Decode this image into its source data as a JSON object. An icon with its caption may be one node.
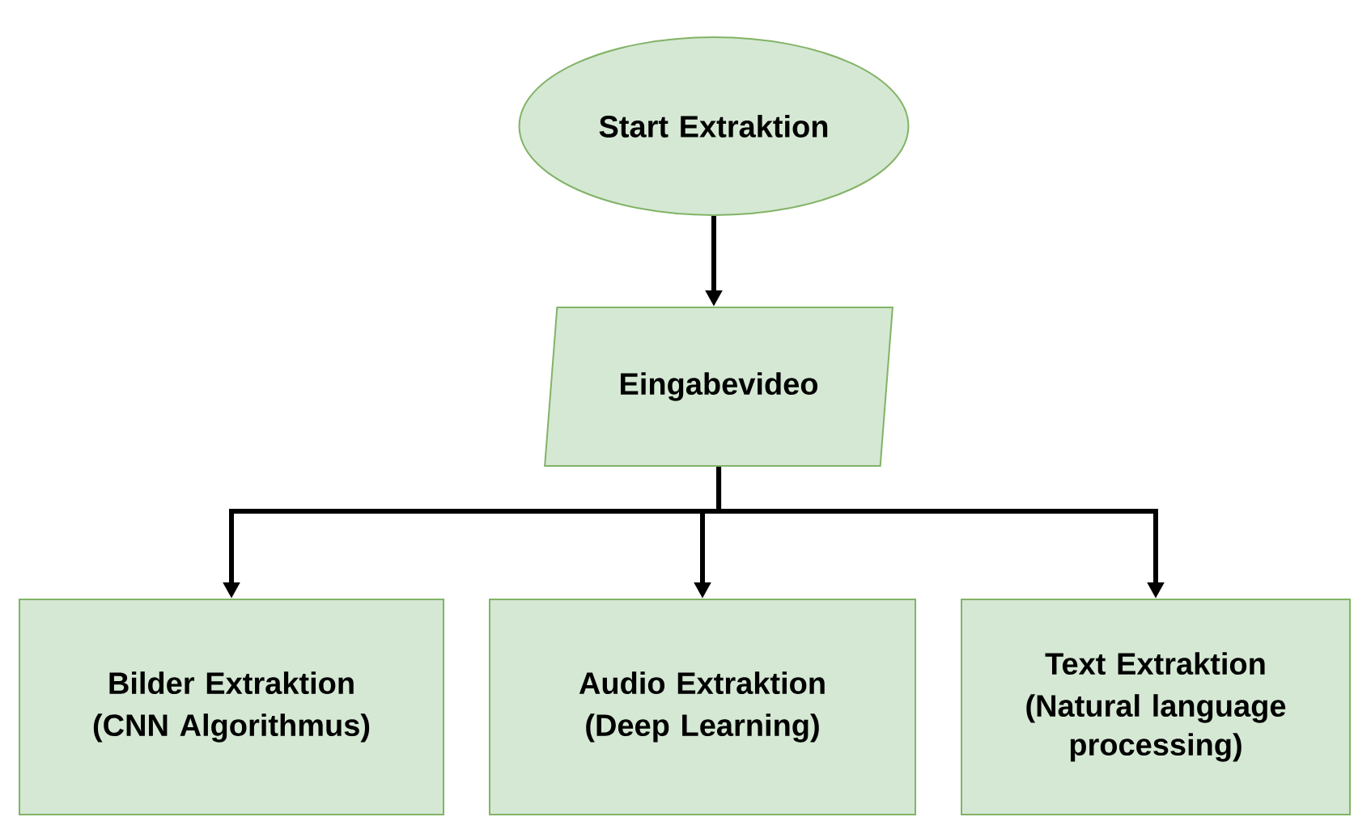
{
  "diagram": {
    "nodes": [
      {
        "text": [
          "Start Extraktion"
        ]
      },
      {
        "text": [
          "Eingabevideo"
        ]
      },
      {
        "text": [
          "Bilder Extraktion",
          "(CNN Algorithmus)"
        ]
      },
      {
        "text": [
          "Audio Extraktion",
          "(Deep Learning)"
        ]
      },
      {
        "text": [
          "Text Extraktion",
          "(Natural language processing)"
        ]
      }
    ],
    "edges": [
      {
        "from": 0,
        "to": 1,
        "arrow": "to"
      },
      {
        "from": 1,
        "to": 2,
        "arrow": "to"
      },
      {
        "from": 1,
        "to": 3,
        "arrow": "to"
      },
      {
        "from": 1,
        "to": 4,
        "arrow": "to"
      }
    ]
  }
}
